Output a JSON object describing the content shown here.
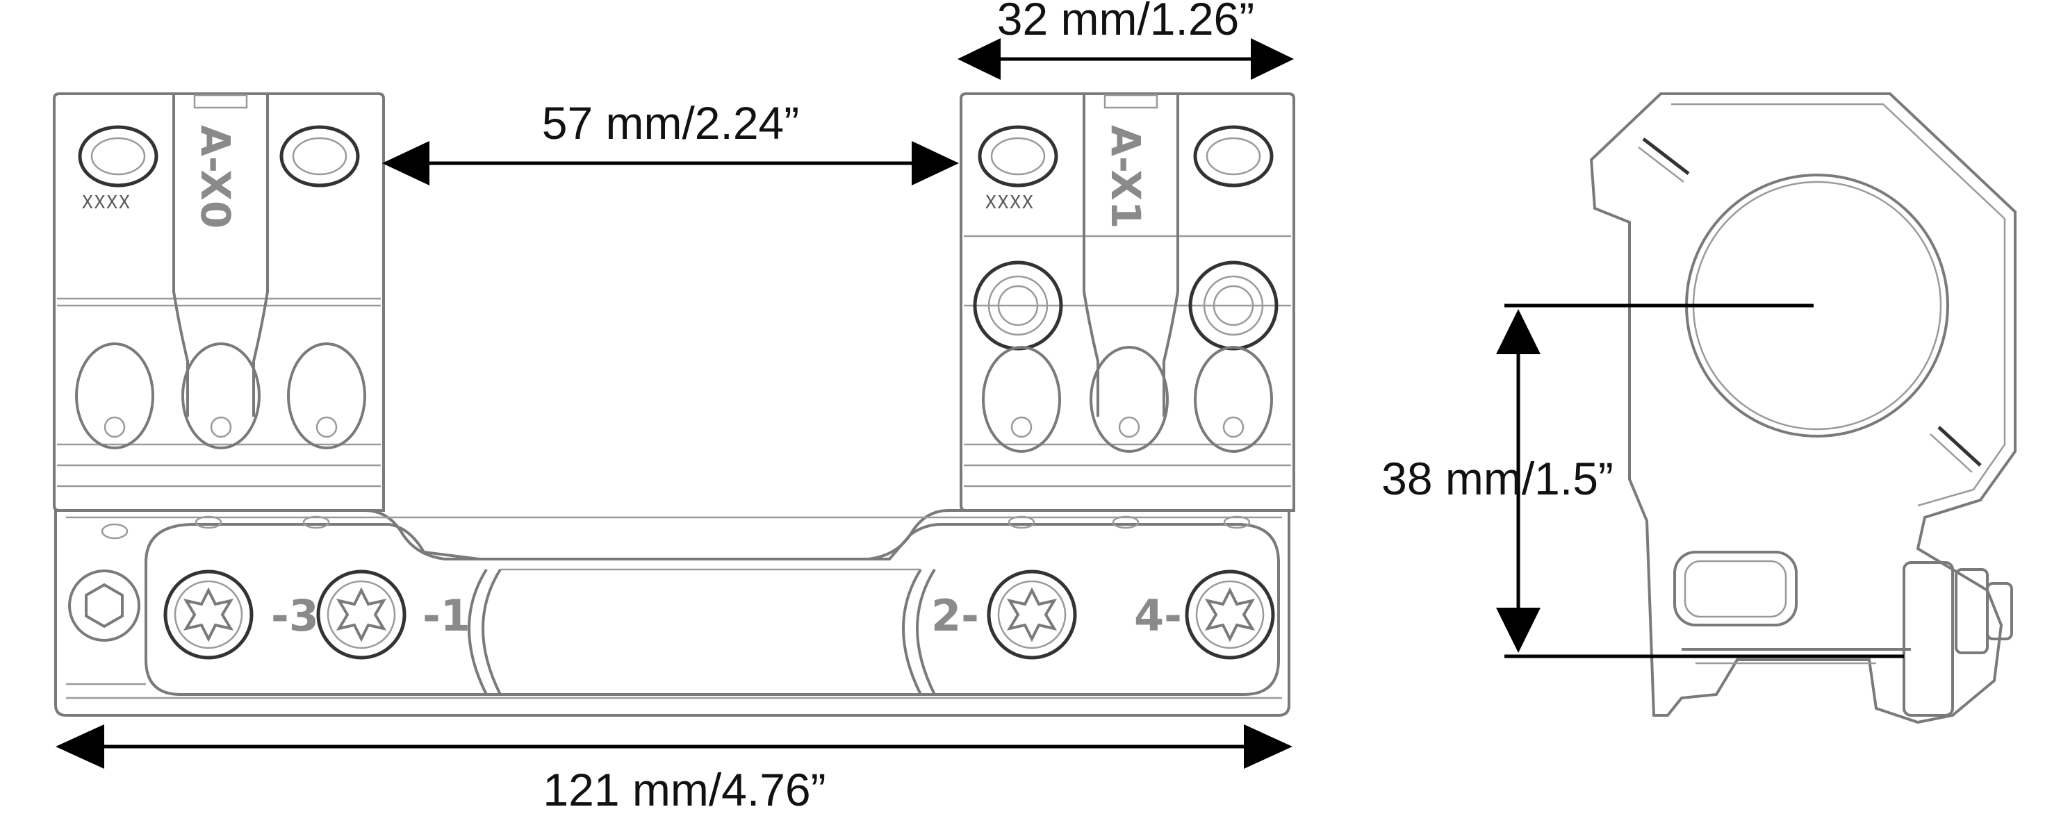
{
  "dimensions": {
    "ring_width": "32 mm/1.26”",
    "ring_spacing": "57 mm/2.24”",
    "overall_length": "121 mm/4.76”",
    "center_height": "38 mm/1.5”"
  },
  "engravings": {
    "front_ring_model": "A-X0",
    "rear_ring_model": "A-X1",
    "front_serial": "XXXX",
    "rear_serial": "XXXX",
    "screw_labels": [
      "3",
      "1",
      "2",
      "4"
    ]
  }
}
